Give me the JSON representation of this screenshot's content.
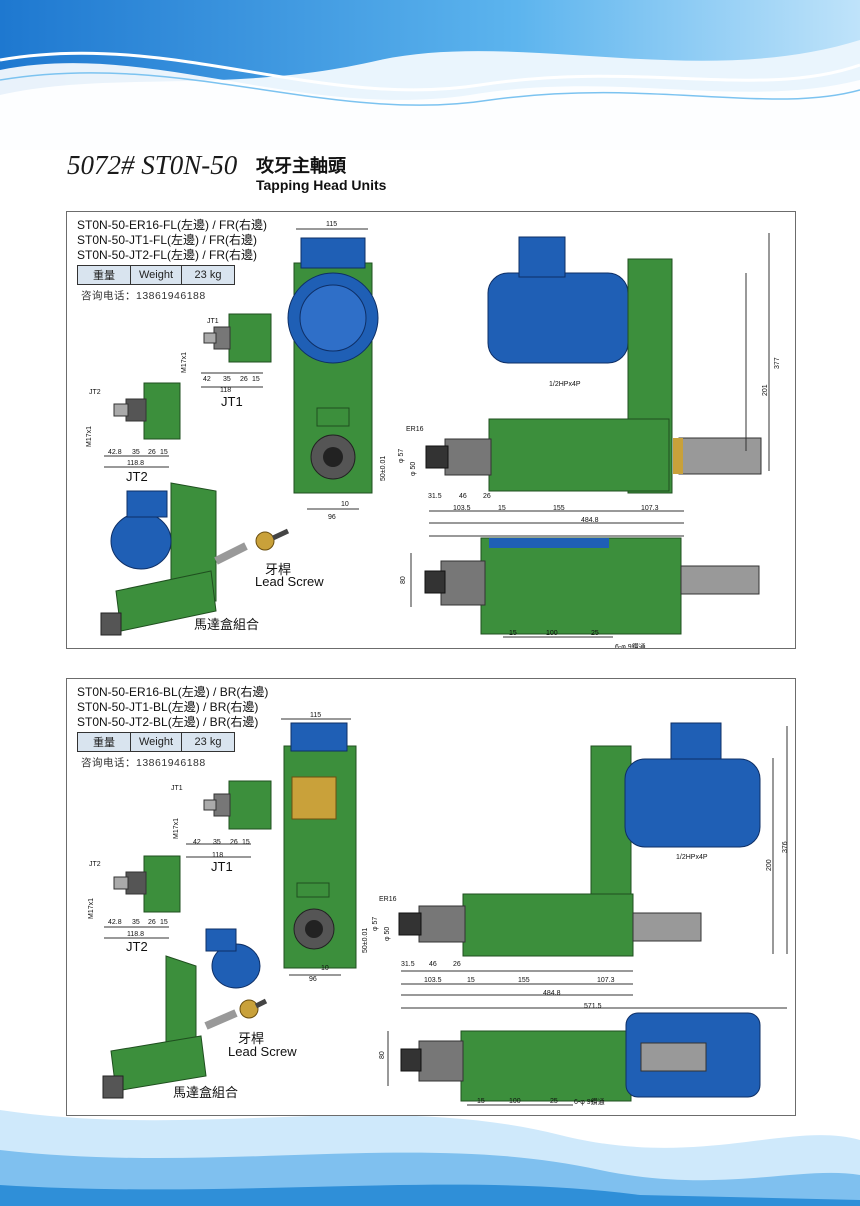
{
  "header": {
    "model": "5072# ST0N-50",
    "title_cn": "攻牙主軸頭",
    "title_en": "Tapping Head Units"
  },
  "sections": [
    {
      "models": [
        "ST0N-50-ER16-FL(左邊) / FR(右邊)",
        "ST0N-50-JT1-FL(左邊) / FR(右邊)",
        "ST0N-50-JT2-FL(左邊) / FR(右邊)"
      ],
      "weight_cn": "重量",
      "weight_en": "Weight",
      "weight_value": "23 kg",
      "phone": "咨询电话：13861946188"
    },
    {
      "models": [
        "ST0N-50-ER16-BL(左邊) / BR(右邊)",
        "ST0N-50-JT1-BL(左邊) / BR(右邊)",
        "ST0N-50-JT2-BL(左邊) / BR(右邊)"
      ],
      "weight_cn": "重量",
      "weight_en": "Weight",
      "weight_value": "23 kg",
      "phone": "咨询电话：13861946188"
    }
  ],
  "labels": {
    "jt1": "JT1",
    "jt2": "JT2",
    "m17": "M17x1",
    "er16": "ER16",
    "lead_cn": "牙桿",
    "lead_en": "Lead Screw",
    "motor_box": "馬達盒組合",
    "motor_spec": "1/2HPx4P",
    "holes": "6-φ 9鑽通",
    "phi57": "φ 57",
    "phi50": "φ 50",
    "d42": "42",
    "d35": "35",
    "d26": "26",
    "d15": "15",
    "d118": "118",
    "d428": "42.8",
    "d1188": "118.8",
    "d115": "115",
    "d96": "96",
    "d10": "10",
    "d50": "50±0.01",
    "d377": "377",
    "d376": "376",
    "d201": "201",
    "d200": "200",
    "d315": "31.5",
    "d46": "46",
    "d1035": "103.5",
    "d155": "155",
    "d1073": "107.3",
    "d4848": "484.8",
    "d5715": "571.5",
    "d80": "80",
    "d100": "100",
    "d25": "25"
  },
  "colors": {
    "green": "#3c8f3c",
    "motor_blue": "#1f5fb5",
    "panel_border": "#6c6c6c",
    "spec_fill": "#d9e4ef",
    "wave_blue": "#2f8fd8"
  }
}
